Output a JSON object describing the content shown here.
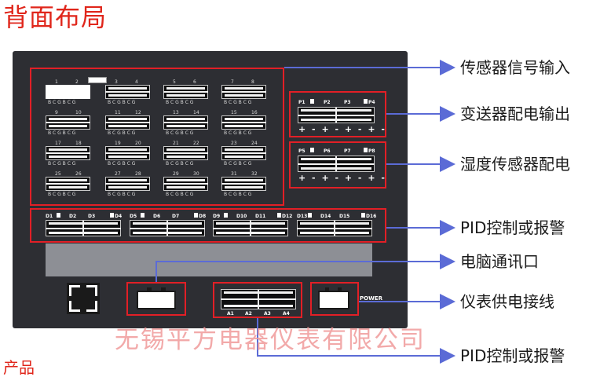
{
  "title": "背面布局",
  "watermark": "无锡平方电器仪表有限公司",
  "bottom_partial": "产品",
  "annotations": {
    "sensor_input": "传感器信号输入",
    "transmitter_power": "变送器配电输出",
    "humidity_power": "湿度传感器配电",
    "pid_alarm_1": "PID控制或报警",
    "comm_port": "电脑通讯口",
    "power_line": "仪表供电接线",
    "pid_alarm_2": "PID控制或报警"
  },
  "sensor_terminals": {
    "pin_labels": "B C G B C G",
    "rows": [
      [
        [
          "1",
          "2"
        ],
        [
          "3",
          "4"
        ],
        [
          "5",
          "6"
        ],
        [
          "7",
          "8"
        ]
      ],
      [
        [
          "9",
          "10"
        ],
        [
          "11",
          "12"
        ],
        [
          "13",
          "14"
        ],
        [
          "15",
          "16"
        ]
      ],
      [
        [
          "17",
          "18"
        ],
        [
          "19",
          "20"
        ],
        [
          "21",
          "22"
        ],
        [
          "23",
          "24"
        ]
      ],
      [
        [
          "25",
          "26"
        ],
        [
          "27",
          "28"
        ],
        [
          "29",
          "30"
        ],
        [
          "31",
          "32"
        ]
      ]
    ]
  },
  "transmitter": {
    "labels": [
      "P1",
      "P2",
      "P3",
      "P4"
    ],
    "polarity": "+ - + - + - + -"
  },
  "humidity": {
    "labels": [
      "P5",
      "P6",
      "P7",
      "P8"
    ],
    "polarity": "+ - + - + - + -"
  },
  "pid_block": {
    "groups": [
      [
        "D1",
        "D2",
        "D3",
        "D4"
      ],
      [
        "D5",
        "D6",
        "D7",
        "D8"
      ],
      [
        "D9",
        "D10",
        "D11",
        "D12"
      ],
      [
        "D13",
        "D14",
        "D15",
        "D16"
      ]
    ]
  },
  "alarm_block": {
    "labels": [
      "A1",
      "A2",
      "A3",
      "A4"
    ]
  },
  "power_label": "POWER",
  "colors": {
    "panel": "#2d2e33",
    "highlight": "#e21f26",
    "arrow": "#5b6bd6",
    "title": "#e0261b"
  }
}
